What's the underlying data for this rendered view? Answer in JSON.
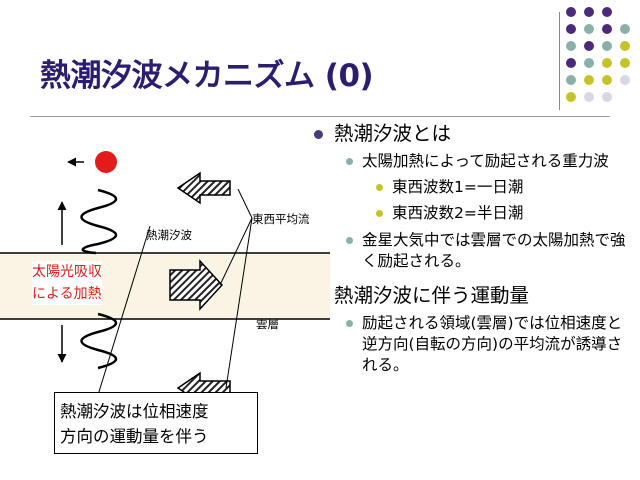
{
  "title": "熱潮汐波メカニズム (0)",
  "bullets": {
    "b1": "熱潮汐波とは",
    "b1_1": "太陽加熱によって励起される重力波",
    "b1_1_1": "東西波数1=一日潮",
    "b1_1_2": "東西波数2=半日潮",
    "b1_2": "金星大気中では雲層での太陽加熱で強く励起される。",
    "b2": "熱潮汐波に伴う運動量",
    "b2_1": "励起される領域(雲層)では位相速度と逆方向(自転の方向)の平均流が誘導される。"
  },
  "diagram": {
    "label_tide": "熱潮汐波",
    "label_flow": "東西平均流",
    "label_cloud": "雲層",
    "heat_line1": "太陽光吸収",
    "heat_line2": "による加熱",
    "colors": {
      "sun": "#e31b1b",
      "cloud_band": "#f9f4e4",
      "heat_text": "#dd1a1a"
    }
  },
  "note": {
    "line1": "熱潮汐波は位相速度",
    "line2": "方向の運動量を伴う"
  },
  "theme": {
    "title_color": "#2d1d6e",
    "dot_colors": [
      "#4b2a7a",
      "#8ab0a9",
      "#c4c42a",
      "#d8d8e4"
    ]
  }
}
